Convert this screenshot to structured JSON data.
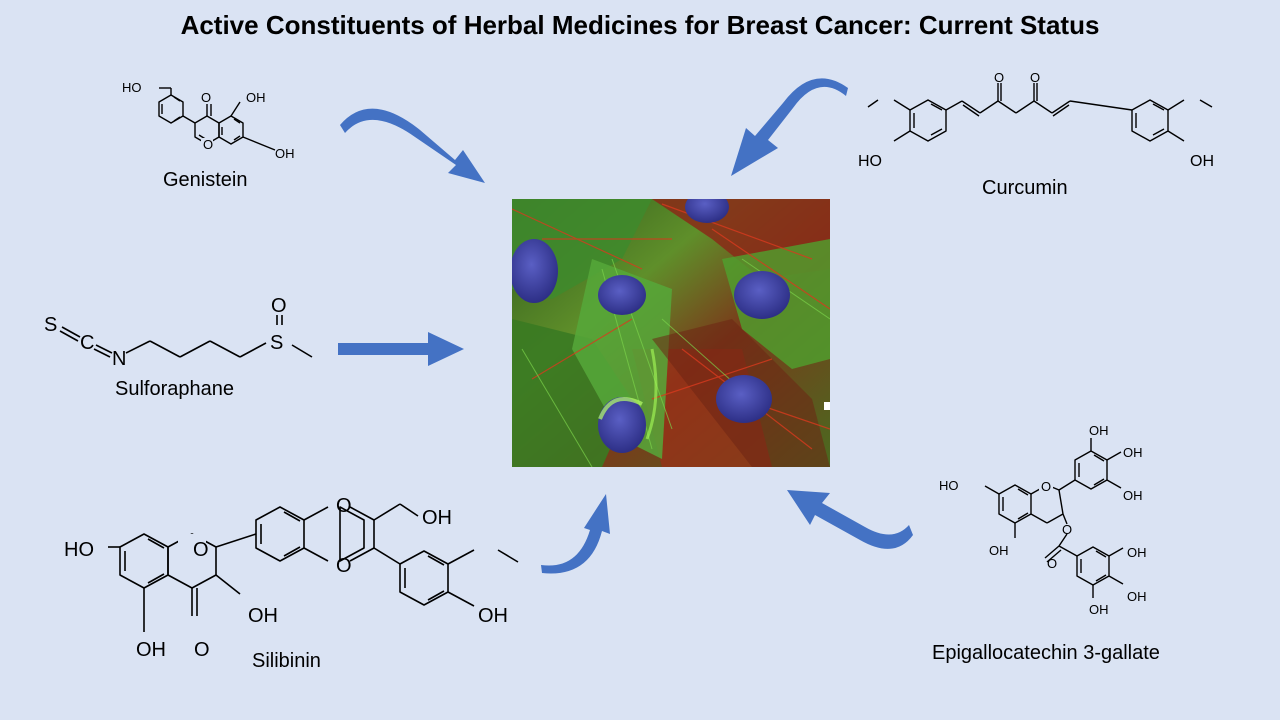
{
  "title": "Active Constituents of Herbal Medicines for Breast Cancer: Current Status",
  "compounds": {
    "genistein": {
      "name": "Genistein",
      "atoms": {
        "ho_left": "HO",
        "o_carbonyl": "O",
        "oh_top": "OH",
        "o_ring": "O",
        "oh_bottom": "OH"
      }
    },
    "curcumin": {
      "name": "Curcumin",
      "atoms": {
        "o1": "O",
        "o2": "O",
        "ho_left": "HO",
        "oh_right": "OH"
      }
    },
    "sulforaphane": {
      "name": "Sulforaphane",
      "atoms": {
        "s_left": "S",
        "c": "C",
        "n": "N",
        "s_right": "S",
        "o": "O"
      }
    },
    "silibinin": {
      "name": "Silibinin",
      "atoms": {
        "ho_left": "HO",
        "o_ring1": "O",
        "o_diox_top": "O",
        "o_diox_bot": "O",
        "oh_ch2": "OH",
        "oh_3": "OH",
        "oh_5": "OH",
        "o_carbonyl": "O",
        "oh_right": "OH"
      }
    },
    "egcg": {
      "name": "Epigallocatechin 3-gallate",
      "atoms": {
        "oh_b1": "OH",
        "oh_b2": "OH",
        "oh_b3": "OH",
        "ho_a7": "HO",
        "o_ring": "O",
        "o_ester": "O",
        "oh_a5": "OH",
        "o_carbonyl": "O",
        "oh_g1": "OH",
        "oh_g2": "OH",
        "oh_g3": "OH"
      }
    }
  },
  "colors": {
    "background": "#dae3f3",
    "arrow": "#4472c4",
    "nucleus": "#3a3f9e",
    "actin": "#d8301c",
    "tubulin": "#3fb038"
  }
}
